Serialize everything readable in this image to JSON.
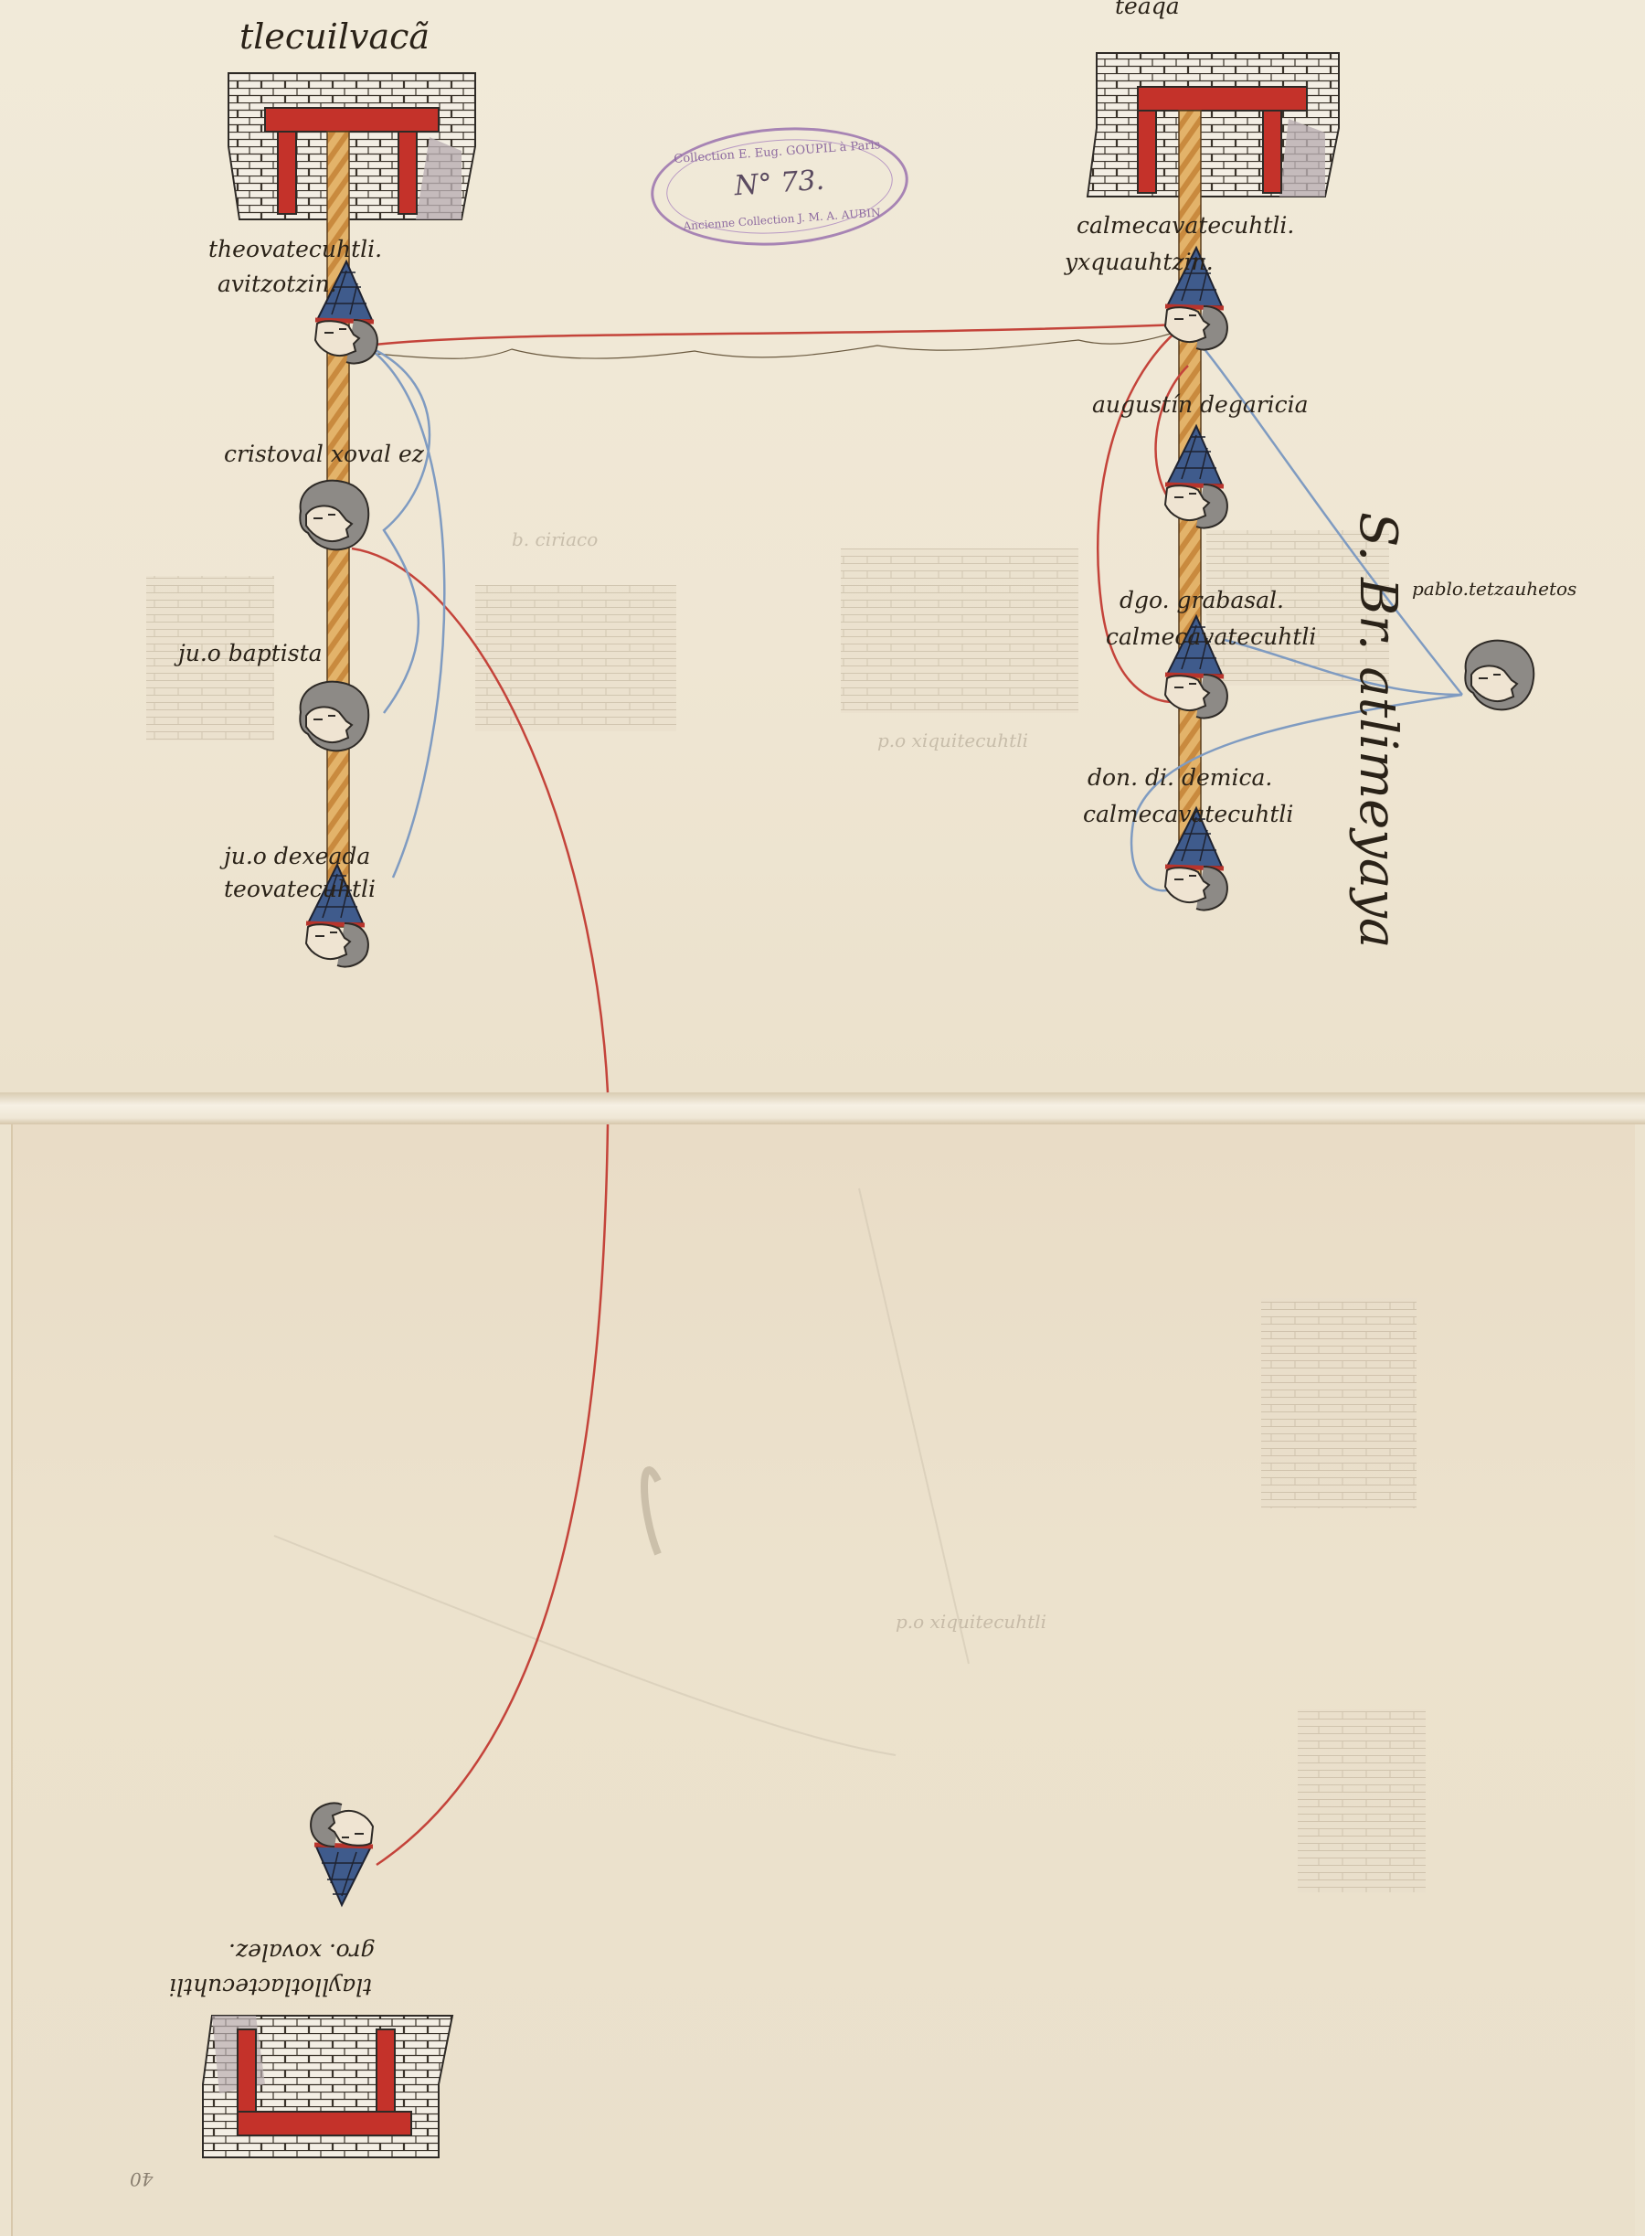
{
  "stamp": {
    "line1": "Collection E. Eug. GOUPIL à Paris",
    "number": "N° 73.",
    "line2": "Ancienne Collection J. M. A. AUBIN"
  },
  "titles": {
    "left_place": "tlecuilvacã",
    "right_place": "teaqa",
    "vertical": "S. Br. atlimeyaya"
  },
  "glosses": {
    "g1a": "theovatecuhtli.",
    "g1b": "avitzotzin.",
    "g2": "cristoval xoval ez",
    "g3": "ju.o baptista",
    "g4a": "ju.o dexeada",
    "g4b": "teovatecuhtli",
    "g5a": "calmecavatecuhtli.",
    "g5b": "yxquauhtzin.",
    "g6": "augustín degaricia",
    "g7a": "dgo. grabasal.",
    "g7b": "calmecavatecuhtli",
    "g8": "pablo.tetzauhetos",
    "g9a": "don. di. demica.",
    "g9b": "calmecavatecuhtli",
    "g10a": "gro. xovalez.",
    "g10b": "tlayllotlactecuhtli"
  },
  "ghost_text": {
    "t1": "b. ciriaco",
    "t2": "p.o xiquitecuhtli",
    "t3": "p.o xiquitecuhtli"
  },
  "page_number": "40"
}
